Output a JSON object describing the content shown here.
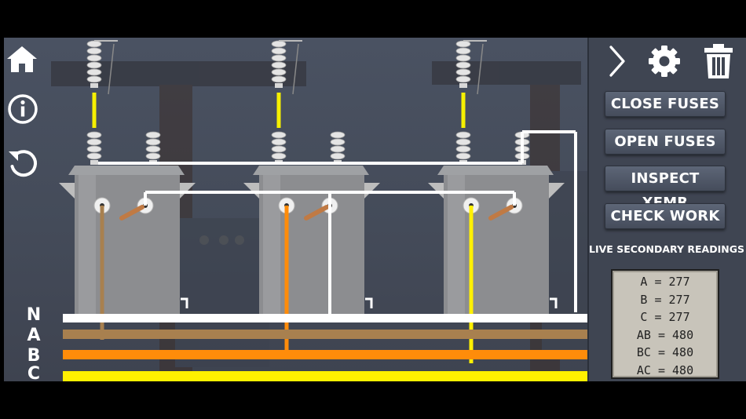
{
  "controls": {
    "close_fuses": "CLOSE FUSES",
    "open_fuses": "OPEN FUSES",
    "inspect_xfmr": "INSPECT XFMR",
    "check_work": "CHECK WORK"
  },
  "readings": {
    "title": "LIVE SECONDARY READINGS",
    "values": [
      "A = 277",
      "B = 277",
      "C = 277",
      "AB = 480",
      "BC = 480",
      "AC = 480"
    ]
  },
  "bus": {
    "labels": [
      "N",
      "A",
      "B",
      "C"
    ]
  },
  "colors": {
    "neutral": "#ffffff",
    "phase_a": "#a8804f",
    "phase_b": "#ff8c0a",
    "phase_c": "#fff000",
    "primary": "#f6f000",
    "panel": "#3f4552"
  },
  "icons": [
    "home-icon",
    "info-icon",
    "reset-icon",
    "chevron-right-icon",
    "gear-icon",
    "trash-icon"
  ]
}
